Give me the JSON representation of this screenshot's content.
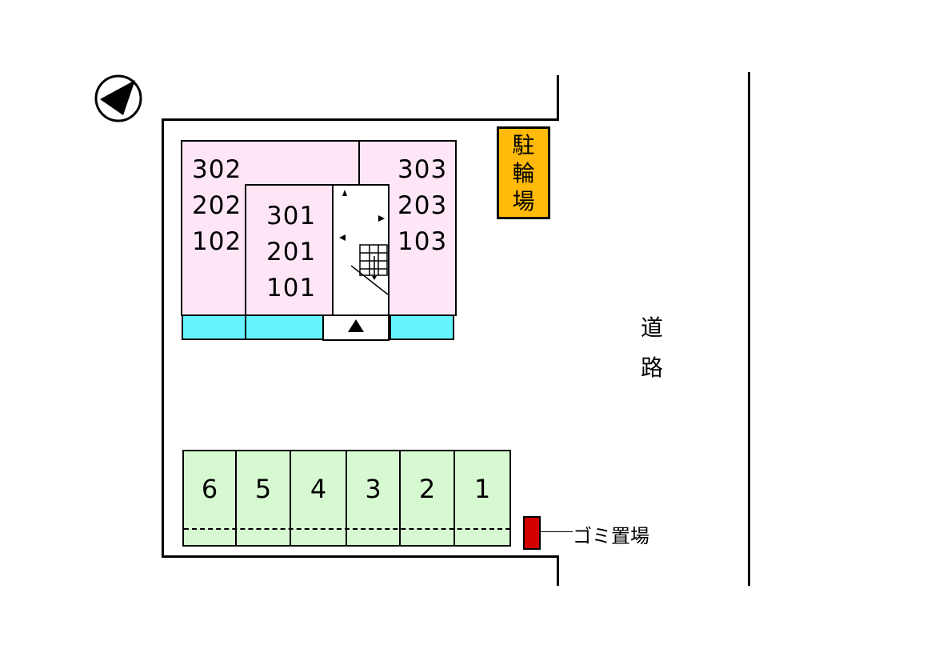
{
  "compass": {
    "icon": "north-arrow-icon"
  },
  "bike_parking": {
    "chars": [
      "駐",
      "輪",
      "場"
    ]
  },
  "road": {
    "chars": [
      "道",
      "路"
    ]
  },
  "building": {
    "left_units": [
      "302",
      "202",
      "102"
    ],
    "center_units": [
      "301",
      "201",
      "101"
    ],
    "right_units": [
      "303",
      "203",
      "103"
    ]
  },
  "parking": {
    "spaces": [
      "6",
      "5",
      "4",
      "3",
      "2",
      "1"
    ]
  },
  "garbage": {
    "label": "ゴミ置場"
  },
  "colors": {
    "units": "#ffe6f7",
    "balcony": "#66f4ff",
    "parking": "#d7f9d2",
    "bike_parking": "#ffba0a",
    "garbage": "#d40000"
  }
}
